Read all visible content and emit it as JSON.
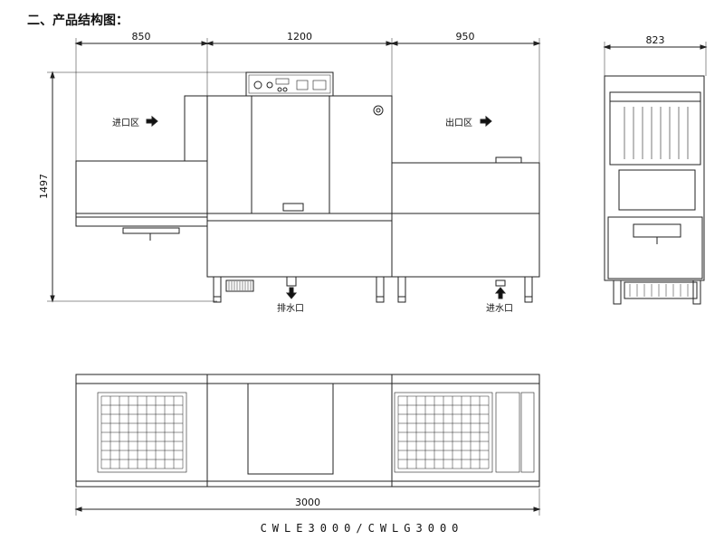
{
  "heading": "二、产品结构图：",
  "model_name": "CWLE3000/CWLG3000",
  "dimensions": {
    "inlet_width": "850",
    "main_width": "1200",
    "outlet_width": "950",
    "depth": "823",
    "height": "1497",
    "total_length": "3000"
  },
  "labels": {
    "inlet_zone": "进口区",
    "outlet_zone": "出口区",
    "drain_port": "排水口",
    "water_inlet": "进水口"
  }
}
